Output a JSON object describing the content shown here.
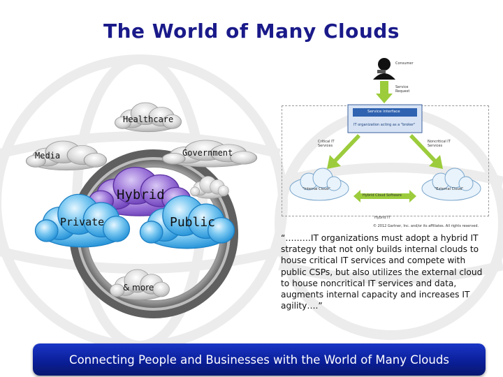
{
  "slide": {
    "title": "The World of Many Clouds",
    "banner_text": "Connecting People and Businesses with the World of Many Clouds",
    "quote": "“………IT organizations must adopt a hybrid IT strategy that not only builds internal clouds to house critical IT services and compete with public CSPs, but also utilizes the external cloud to house noncritical IT services and data, augments internal capacity and increases IT agility….”"
  },
  "clouds": {
    "healthcare": "Healthcare",
    "government": "Government",
    "media": "Media",
    "hybrid": "Hybrid",
    "private": "Private",
    "public": "Public",
    "more": "& more"
  },
  "gartner": {
    "consumer": "Consumer",
    "service_request": "Service Request",
    "service_interface": "Service interface",
    "broker_note": "IT organization acting as a \"broker\"",
    "critical": "Critical IT Services",
    "noncritical": "Noncritical IT Services",
    "internal_cloud": "\"Internal Cloud\"",
    "hybrid_software": "Hybrid Cloud Software",
    "external_cloud": "\"External Cloud\"",
    "hybrid_it": "Hybrid IT",
    "copyright": "© 2012 Gartner, Inc. and/or its affiliates. All rights reserved."
  },
  "colors": {
    "title": "#1a1a8a",
    "banner": "#0b1f9a",
    "cloud_purple": "#8a5ed0",
    "cloud_blue": "#3fa9e8",
    "cloud_grey": "#c9c9c9",
    "arrow_green": "#9ccc3c",
    "interface_blue": "#2f62b0"
  }
}
